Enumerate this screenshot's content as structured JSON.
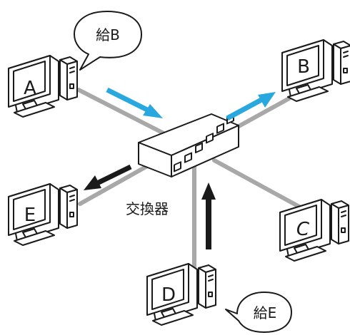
{
  "diagram": {
    "switch_label": "交換器",
    "computers": [
      {
        "id": "pc-a",
        "label": "A"
      },
      {
        "id": "pc-b",
        "label": "B"
      },
      {
        "id": "pc-c",
        "label": "C"
      },
      {
        "id": "pc-d",
        "label": "D"
      },
      {
        "id": "pc-e",
        "label": "E"
      }
    ],
    "bubbles": [
      {
        "id": "bubble-a",
        "text": "給B"
      },
      {
        "id": "bubble-d",
        "text": "給E"
      }
    ],
    "colors": {
      "cable": "#a8a8a8",
      "arrow_blue": "#29a8e0",
      "arrow_black": "#1a1a1a",
      "outline": "#1a1a1a",
      "fill": "#ffffff"
    }
  }
}
